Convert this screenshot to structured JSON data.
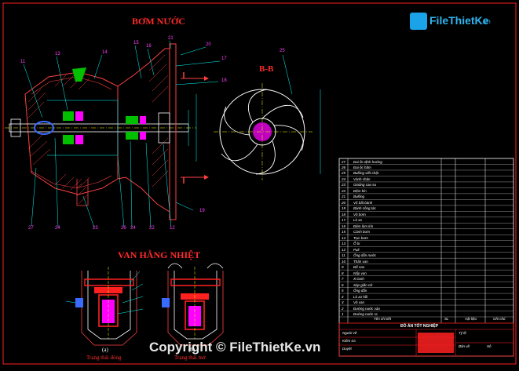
{
  "titles": {
    "pump": "BƠM NƯỚC",
    "valve": "VAN HẰNG NHIỆT",
    "section": "B-B"
  },
  "logo": {
    "brand": "FileThietKe",
    "tld": ".vn"
  },
  "watermark": "Copyright © FileThietKe.vn",
  "captions": {
    "closed": "Trạng thái đóng",
    "open": "Trạng thái mở"
  },
  "markers": {
    "closed": "(a)",
    "open": "(b)"
  },
  "balloons": [
    "11",
    "13",
    "14",
    "15",
    "16",
    "21",
    "20",
    "17",
    "18",
    "25",
    "19",
    "27",
    "24",
    "23",
    "26",
    "24",
    "22",
    "12"
  ],
  "parts_list": {
    "rows": [
      {
        "no": "27",
        "name": "Đai ốc định hướng"
      },
      {
        "no": "26",
        "name": "Đai ốc hãm"
      },
      {
        "no": "25",
        "name": "Bulông siết chặt"
      },
      {
        "no": "24",
        "name": "Vành chặn"
      },
      {
        "no": "23",
        "name": "Gioăng cao su"
      },
      {
        "no": "22",
        "name": "Đệm kín"
      },
      {
        "no": "21",
        "name": "Bulông"
      },
      {
        "no": "20",
        "name": "Vít bắt bánh"
      },
      {
        "no": "19",
        "name": "Bánh công tác"
      },
      {
        "no": "18",
        "name": "Vỏ bơm"
      },
      {
        "no": "17",
        "name": "Lò xo"
      },
      {
        "no": "16",
        "name": "Đệm làm kín"
      },
      {
        "no": "15",
        "name": "Cánh bơm"
      },
      {
        "no": "14",
        "name": "Trục bơm"
      },
      {
        "no": "13",
        "name": "Ổ bi"
      },
      {
        "no": "12",
        "name": "Puli"
      },
      {
        "no": "11",
        "name": "Ống dẫn nước"
      },
      {
        "no": "10",
        "name": "Thân van"
      },
      {
        "no": "9",
        "name": "Đế van"
      },
      {
        "no": "8",
        "name": "Nắp van"
      },
      {
        "no": "7",
        "name": "Xi lanh"
      },
      {
        "no": "6",
        "name": "Sáp giãn nở"
      },
      {
        "no": "5",
        "name": "Ống dẫn"
      },
      {
        "no": "4",
        "name": "Lò xo hồi"
      },
      {
        "no": "3",
        "name": "Vỏ van"
      },
      {
        "no": "2",
        "name": "Đường nước vào"
      },
      {
        "no": "1",
        "name": "Đường nước ra"
      }
    ],
    "header_name": "Tên chi tiết",
    "header_qty": "SL",
    "header_mat": "Vật liệu",
    "header_note": "Ghi chú"
  },
  "title_block": {
    "project": "ĐỒ ÁN TỐT NGHIỆP",
    "cells": [
      "Người vẽ",
      "Kiểm tra",
      "Duyệt",
      "Tỷ lệ",
      "Bản vẽ",
      "Số"
    ]
  },
  "colors": {
    "frame": "#ff2020",
    "line": "#00ffff",
    "green": "#00e000",
    "magenta": "#ff00ff",
    "yellow": "#ffff00",
    "white": "#ffffff",
    "blue": "#3a6bff"
  }
}
